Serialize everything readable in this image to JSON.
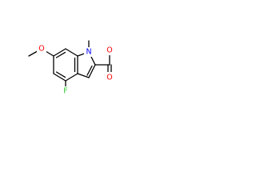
{
  "molecule": {
    "atoms": {
      "o_methoxy": "O",
      "n_indole": "N",
      "n_methyl_label": "CH3",
      "f": "F",
      "o_carbonyl": "O",
      "o_ester": "O"
    },
    "colors": {
      "bond": "#000000",
      "oxygen": "#ff0000",
      "nitrogen": "#0000ff",
      "fluorine": "#33cc33"
    }
  }
}
